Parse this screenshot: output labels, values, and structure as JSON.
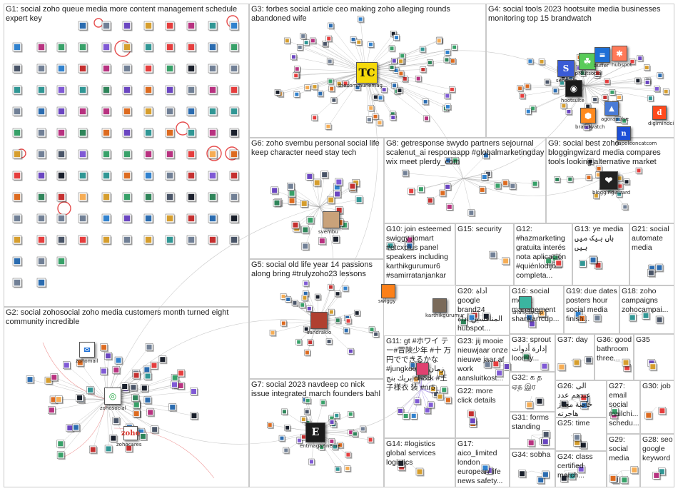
{
  "title": "",
  "groups": [
    {
      "id": "G1",
      "label": "G1: social zoho queue media more content management schedule expert key"
    },
    {
      "id": "G2",
      "label": "G2: social zohosocial zoho media customers month turned eight community incredible"
    },
    {
      "id": "G3",
      "label": "G3: forbes social article ceo making zoho alleging rounds abandoned wife"
    },
    {
      "id": "G4",
      "label": "G4: social tools 2023 hootsuite media businesses monitoring top 15 brandwatch"
    },
    {
      "id": "G5",
      "label": "G5: social old life year 14 passions along bring #trulyzoho23 lessons"
    },
    {
      "id": "G6",
      "label": "G6: zoho svembu personal social life keep character need stay tech"
    },
    {
      "id": "G7",
      "label": "G7: social 2023 navdeep co nick issue integrated march founders bahl"
    },
    {
      "id": "G8",
      "label": "G8: getresponse swydo partners sejournal scalenut_ai responaapp #globalmarketingday wix meet plerdy_com"
    },
    {
      "id": "G9",
      "label": "G9: social best zoho bloggingwizard media compares tools looking alternative market"
    },
    {
      "id": "G10",
      "label": "G10: join esteemed swiggy jiomart #etcxplus panel speakers including karthikgurumur6 #samirratanjankar"
    },
    {
      "id": "G11",
      "label": "G11: gt #ホワイ テー#冒険少年 #十 万円でできるかな #jungkook # زمان بريك بنج check #王子様衣 装 #nr5"
    },
    {
      "id": "G12",
      "label": "G12: #hazmarketing gratuita interés nota aplicación #quiénlodijo completa..."
    },
    {
      "id": "G13",
      "label": "G13: ye media ہاں بیک میں ہیں"
    },
    {
      "id": "G14",
      "label": "G14: #logistics global services logistics"
    },
    {
      "id": "G15",
      "label": "G15: security"
    },
    {
      "id": "G16",
      "label": "G16: social media management shankarrcdp..."
    },
    {
      "id": "G17",
      "label": "G17: aico_limited london european life news safety..."
    },
    {
      "id": "G18",
      "label": "G18: zoho campaigns zohocampai..."
    },
    {
      "id": "G19",
      "label": "G19: due dates posters hour social media finish..."
    },
    {
      "id": "G20",
      "label": "G20: أداة google brand24 المنافسين أداة hubspot..."
    },
    {
      "id": "G21",
      "label": "G21: social automate media"
    },
    {
      "id": "G22",
      "label": "G22: more click details"
    },
    {
      "id": "G23",
      "label": "G23: jij mooie nieuwjaar onze nieuwe jaar af work aansluitkost..."
    },
    {
      "id": "G24",
      "label": "G24: class certified march..."
    },
    {
      "id": "G25",
      "label": "G25: time"
    },
    {
      "id": "G26",
      "label": "G26: الى عندهم عدد خاصة معتاز هاجرته"
    },
    {
      "id": "G27",
      "label": "G27: email social mailchi... schedu..."
    },
    {
      "id": "G28",
      "label": "G28: seo google keyword"
    },
    {
      "id": "G29",
      "label": "G29: social media"
    },
    {
      "id": "G30",
      "label": "G30: job"
    },
    {
      "id": "G31",
      "label": "G31: forms standing"
    },
    {
      "id": "G32",
      "label": "G32: க த ஏத இர"
    },
    {
      "id": "G33",
      "label": "G33: sprout إدارة أدوات loomly..."
    },
    {
      "id": "G34",
      "label": "G34: sobha"
    },
    {
      "id": "G35",
      "label": "G35"
    },
    {
      "id": "G36",
      "label": "G36: good bathroom three..."
    },
    {
      "id": "G37",
      "label": "G37: day"
    }
  ],
  "hubs": [
    {
      "name": "thecommunemag",
      "logo_text": "TC",
      "bg": "#f5d90a",
      "fg": "#111111"
    },
    {
      "name": "entmagazineme",
      "logo_text": "E",
      "bg": "#1a1a1a",
      "fg": "#ffffff"
    },
    {
      "name": "bloggingwizard",
      "logo_text": "❤",
      "bg": "#222222",
      "fg": "#ffffff"
    },
    {
      "name": "svembu",
      "logo_text": "",
      "bg": "#c9a27a",
      "fg": "#ffffff"
    },
    {
      "name": "sandrakio",
      "logo_text": "",
      "bg": "#b04030",
      "fg": "#ffffff"
    },
    {
      "name": "zohosocial",
      "logo_text": "◎",
      "bg": "#ffffff",
      "fg": "#27a745"
    },
    {
      "name": "zohomail",
      "logo_text": "✉",
      "bg": "#ffffff",
      "fg": "#1d6fd6"
    },
    {
      "name": "zohocares",
      "logo_text": "zoho",
      "bg": "#ffffff",
      "fg": "#d9342b"
    },
    {
      "name": "hootsuite",
      "logo_text": "◉",
      "bg": "#1a1a1a",
      "fg": "#ffffff"
    },
    {
      "name": "sproutsocial",
      "logo_text": "☘",
      "bg": "#59cb59",
      "fg": "#ffffff"
    },
    {
      "name": "buffer",
      "logo_text": "≡",
      "bg": "#1d6fd6",
      "fg": "#ffffff"
    },
    {
      "name": "hubspot",
      "logo_text": "✱",
      "bg": "#ff7a59",
      "fg": "#ffffff"
    },
    {
      "name": "brandwatch",
      "logo_text": "⬢",
      "bg": "#ff8a1f",
      "fg": "#ffffff"
    },
    {
      "name": "digimindci",
      "logo_text": "d",
      "bg": "#ff4a1c",
      "fg": "#ffffff"
    },
    {
      "name": "napoleoncatcom",
      "logo_text": "n",
      "bg": "#1d4fd6",
      "fg": "#ffffff"
    },
    {
      "name": "agorapulse",
      "logo_text": "▲",
      "bg": "#4a7bd6",
      "fg": "#ffffff"
    },
    {
      "name": "sendible",
      "logo_text": "S",
      "bg": "#3a5bd6",
      "fg": "#ffffff"
    },
    {
      "name": "karthikgurumur",
      "logo_text": "",
      "bg": "#7a6a5a",
      "fg": "#ffffff"
    },
    {
      "name": "shankarrcdp",
      "logo_text": "",
      "bg": "#3ab5a0",
      "fg": "#ffffff"
    },
    {
      "name": "swiggy",
      "logo_text": "",
      "bg": "#fc8019",
      "fg": "#ffffff"
    },
    {
      "name": "rolexx0",
      "logo_text": "",
      "bg": "#e04070",
      "fg": "#ffffff"
    }
  ],
  "colors": {
    "edge": "#9a9a9a",
    "edge_red": "#e03030",
    "box_border": "#c9c9c9",
    "ring_red": "#e02020"
  }
}
